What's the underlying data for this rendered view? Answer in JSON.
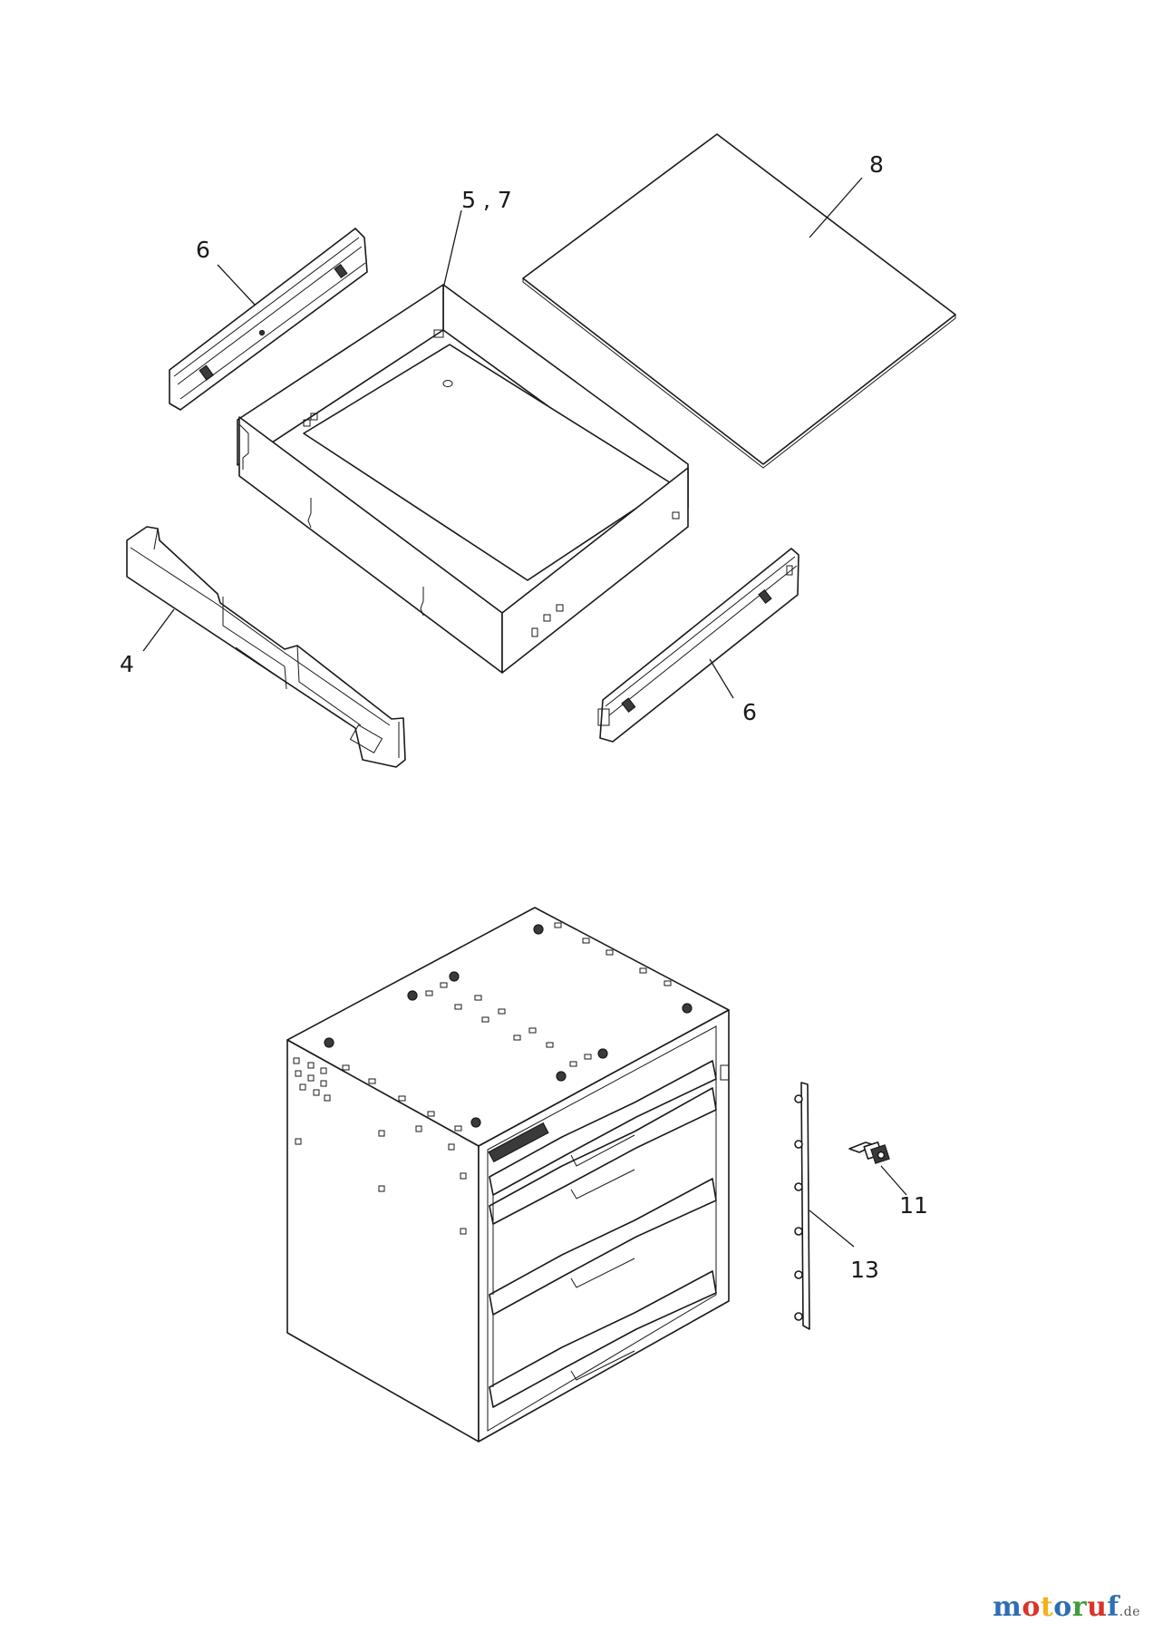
{
  "callouts": {
    "rail_top": "6",
    "drawer_box": "5 , 7",
    "mat": "8",
    "front_panel": "4",
    "rail_bottom": "6",
    "lock": "11",
    "locking_bar": "13"
  },
  "watermark": {
    "letters": [
      "m",
      "o",
      "t",
      "o",
      "r",
      "u",
      "f"
    ],
    "colors": [
      "#2f6db5",
      "#d9342b",
      "#f2b21a",
      "#2f6db5",
      "#3e9e3a",
      "#d9342b",
      "#2f6db5"
    ],
    "suffix": ".de"
  }
}
